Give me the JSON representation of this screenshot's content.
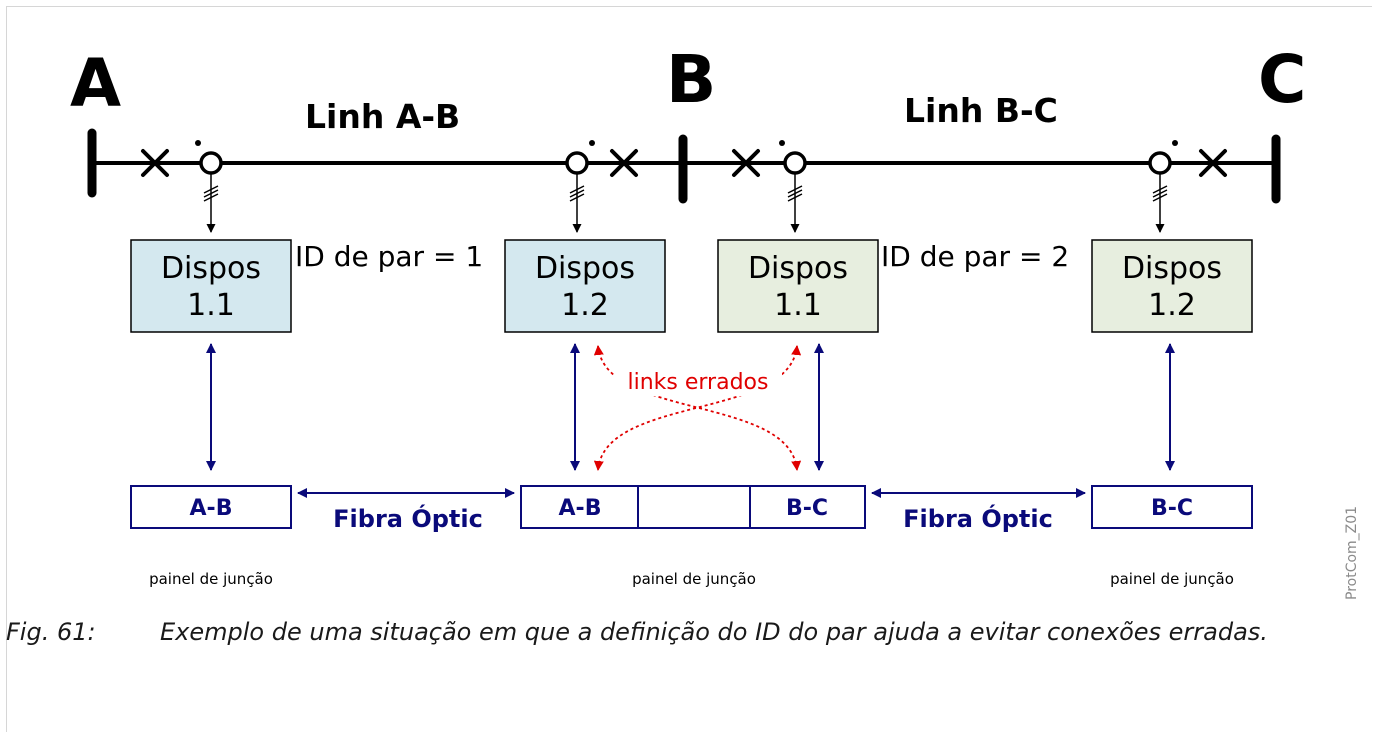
{
  "buses": [
    "A",
    "B",
    "C"
  ],
  "lines": [
    "Linh A-B",
    "Linh B-C"
  ],
  "devices": [
    {
      "name": "Dispos",
      "number": "1.1",
      "color": "#d4e8ef"
    },
    {
      "name": "Dispos",
      "number": "1.2",
      "color": "#d4e8ef"
    },
    {
      "name": "Dispos",
      "number": "1.1",
      "color": "#e7eedf"
    },
    {
      "name": "Dispos",
      "number": "1.2",
      "color": "#e7eedf"
    }
  ],
  "pair_ids": [
    "ID de par = 1",
    "ID de par = 2"
  ],
  "panels": [
    "A-B",
    "A-B",
    "",
    "B-C",
    "B-C"
  ],
  "fiber_labels": [
    "Fibra Óptic",
    "Fibra Óptic"
  ],
  "wrong_links_label": "links errados",
  "patch_panel_labels": [
    "painel de junção",
    "painel de junção",
    "painel de junção"
  ],
  "side_label": "ProtCom_Z01",
  "caption": {
    "number": "Fig. 61:",
    "text": "Exemplo de uma situação em que a definição do ID do par ajuda a evitar conexões erradas."
  },
  "colors": {
    "link_blue": "#0a0a7a",
    "wrong_red": "#e00000",
    "line_black": "#000000"
  }
}
